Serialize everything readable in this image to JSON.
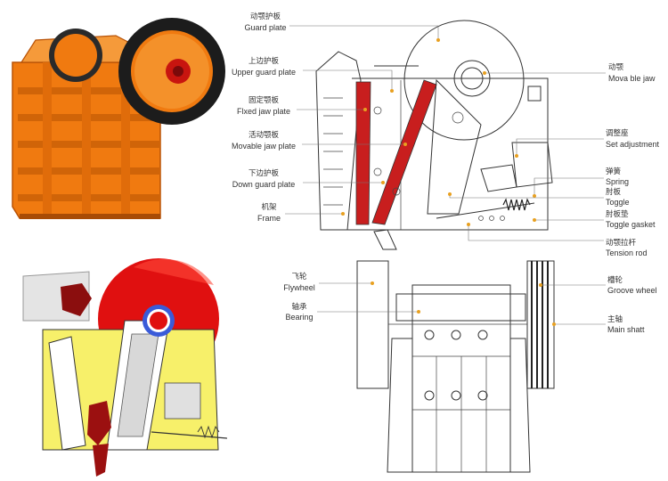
{
  "colors": {
    "machine_orange": "#f07a10",
    "machine_shadow": "#b85206",
    "jaw_red": "#c81e1e",
    "yellow_body": "#f7f06a",
    "flywheel_red": "#e01010",
    "bearing_blue": "#3a5bd9",
    "leader_dot": "#e8a020"
  },
  "side_labels": [
    {
      "zh": "动颚护板",
      "en": "Guard plate"
    },
    {
      "zh": "上边护板",
      "en": "Upper guard plate"
    },
    {
      "zh": "固定颚板",
      "en": "Flxed jaw plate"
    },
    {
      "zh": "活动颚板",
      "en": "Movable jaw plate"
    },
    {
      "zh": "下边护板",
      "en": "Down guard plate"
    },
    {
      "zh": "机架",
      "en": "Frame"
    }
  ],
  "right_labels": [
    {
      "zh": "动颚",
      "en": "Mova ble jaw"
    },
    {
      "zh": "调整座",
      "en": "Set adjustment"
    },
    {
      "zh": "弹簧",
      "en": "Spring"
    },
    {
      "zh": "肘板",
      "en": "Toggle"
    },
    {
      "zh": "肘板垫",
      "en": "Toggle gasket"
    },
    {
      "zh": "动颚拉杆",
      "en": "Tension rod"
    }
  ],
  "front_left_labels": [
    {
      "zh": "飞轮",
      "en": "Flywheel"
    },
    {
      "zh": "轴承",
      "en": "Bearing"
    }
  ],
  "front_right_labels": [
    {
      "zh": "槽轮",
      "en": "Groove wheel"
    },
    {
      "zh": "主轴",
      "en": "Main shatt"
    }
  ]
}
